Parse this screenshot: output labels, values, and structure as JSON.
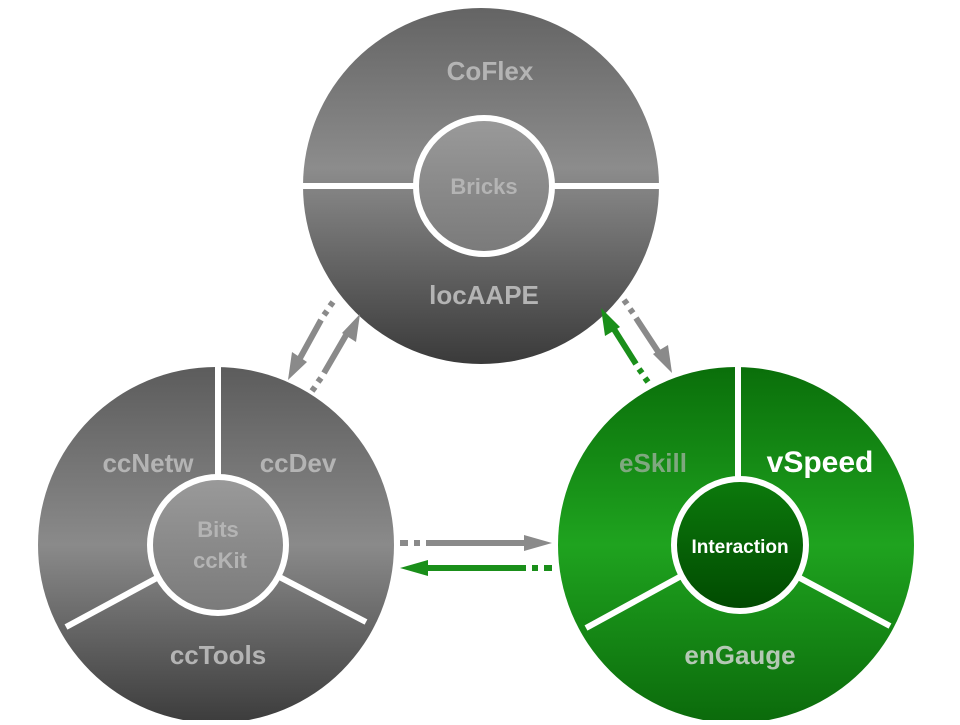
{
  "top_circle": {
    "upper_label": "CoFlex",
    "core_label": "Bricks",
    "lower_label": "locAAPE"
  },
  "left_circle": {
    "segment_left_label": "ccNetw",
    "segment_right_label": "ccDev",
    "segment_bottom_label": "ccTools",
    "core_label_line1": "Bits",
    "core_label_line2": "ccKit"
  },
  "right_circle": {
    "segment_left_label": "eSkill",
    "segment_right_label": "vSpeed",
    "segment_bottom_label": "enGauge",
    "core_label": "Interaction"
  },
  "colors": {
    "gray_light": "#8f8f8f",
    "gray_dark": "#3e3e3e",
    "green_light": "#1fa31f",
    "green_dark": "#005e00",
    "label_gray": "#b4b4b4",
    "label_white": "#ffffff",
    "arrow_gray": "#8a8a8a",
    "arrow_green": "#1a8f1a"
  }
}
